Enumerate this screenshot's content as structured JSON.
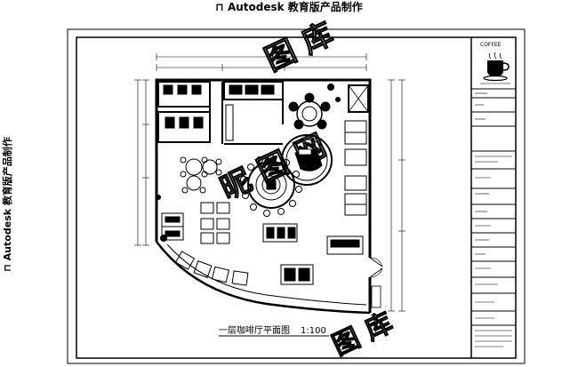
{
  "header": {
    "watermark_text": "Autodesk 教育版产品制作"
  },
  "plan": {
    "title": "一层咖啡厅平面图",
    "scale": "1:100"
  },
  "title_block": {
    "logo_text": "COFFEE"
  }
}
